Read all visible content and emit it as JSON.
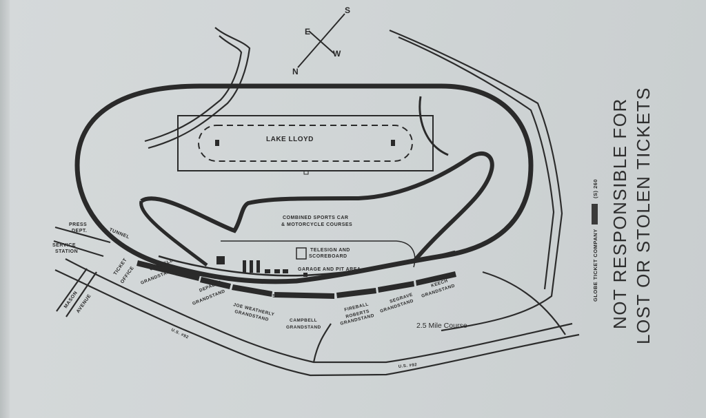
{
  "map": {
    "compass": {
      "s": "S",
      "e": "E",
      "w": "W",
      "n": "N"
    },
    "lake_label": "LAKE LLOYD",
    "courses_label_1": "COMBINED SPORTS CAR",
    "courses_label_2": "& MOTORCYCLE COURSES",
    "telesign_1": "TELESIGN AND",
    "telesign_2": "SCOREBOARD",
    "garage": "GARAGE AND PIT AREA",
    "start_finish": "START & FINISH LINE",
    "press_1": "PRESS",
    "press_2": "DEPT.",
    "service_1": "SERVICE",
    "service_2": "STATION",
    "tunnel": "TUNNEL",
    "ticket_1": "TICKET",
    "ticket_2": "OFFICE",
    "mason_1": "MASON",
    "mason_2": "AVENUE",
    "oldfield_1": "OLDFIELD",
    "oldfield_2": "GRANDSTAND",
    "depalma_1": "DEPALMA",
    "depalma_2": "GRANDSTAND",
    "weatherly_1": "JOE WEATHERLY",
    "weatherly_2": "GRANDSTAND",
    "campbell_1": "CAMPBELL",
    "campbell_2": "GRANDSTAND",
    "roberts_1": "FIREBALL",
    "roberts_2": "ROBERTS",
    "roberts_3": "GRANDSTAND",
    "segrave_1": "SEGRAVE",
    "segrave_2": "GRANDSTAND",
    "keech_1": "KEECH",
    "keech_2": "GRANDSTAND",
    "us92_a": "U.S. #92",
    "us92_b": "U.S. #92",
    "course_length": "2.5 Mile Course"
  },
  "side": {
    "printer_a": "GLOBE TICKET COMPANY",
    "printer_b": "(S) 260",
    "notice_1": "NOT RESPONSIBLE FOR",
    "notice_2": "LOST OR STOLEN TICKETS"
  }
}
